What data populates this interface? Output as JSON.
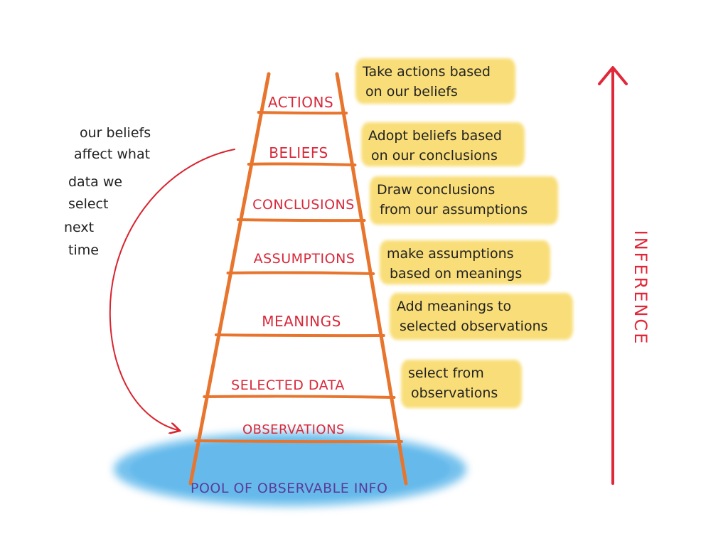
{
  "rungs": [
    {
      "label": "ACTIONS",
      "note": [
        "Take actions based",
        "on our beliefs"
      ]
    },
    {
      "label": "BELIEFS",
      "note": [
        "Adopt beliefs based",
        "on our conclusions"
      ]
    },
    {
      "label": "CONCLUSIONS",
      "note": [
        "Draw conclusions",
        "from our assumptions"
      ]
    },
    {
      "label": "ASSUMPTIONS",
      "note": [
        "make assumptions",
        "based on meanings"
      ]
    },
    {
      "label": "MEANINGS",
      "note": [
        "Add meanings to",
        "selected observations"
      ]
    },
    {
      "label": "SELECTED DATA",
      "note": [
        "select from",
        "observations"
      ]
    },
    {
      "label": "OBSERVATIONS",
      "note": []
    }
  ],
  "pool_label": "POOL OF OBSERVABLE INFO",
  "loop_note": [
    "our beliefs",
    "affect what",
    "data we",
    "select",
    "next",
    "time"
  ],
  "axis_label": "INFERENCE",
  "colors": {
    "ladder": "#e8752e",
    "rung_label": "#d8293a",
    "note_highlight": "#f8da6a",
    "pool": "#5cb6ea",
    "pool_label": "#5a3c9a",
    "loop_arrow": "#d9242f",
    "inference_arrow": "#e0283a",
    "ink": "#222222"
  }
}
